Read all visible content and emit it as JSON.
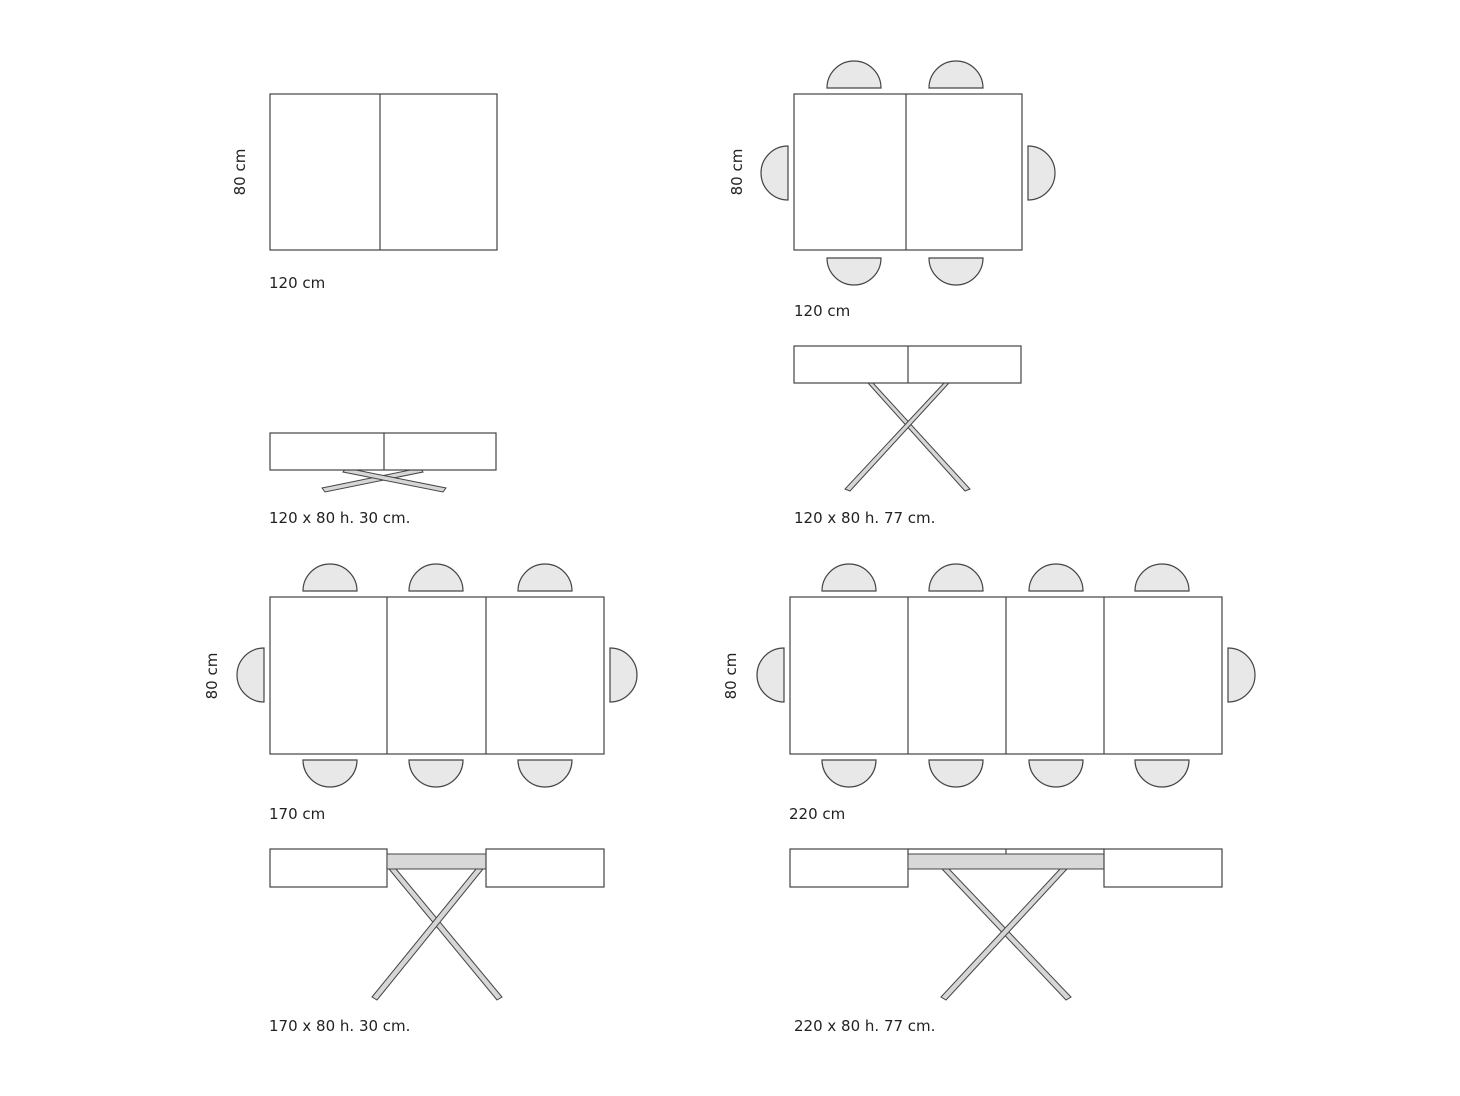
{
  "colors": {
    "line": "#444444",
    "chair_fill": "#e8e8e8",
    "leg_fill": "#d6d6d6",
    "leaf_fill": "#d8d8d8",
    "background": "#ffffff"
  },
  "labels": {
    "closed_depth": "80 cm",
    "closed_width": "120 cm",
    "closed_seat_depth": "80 cm",
    "closed_seat_width": "120 cm",
    "low_closed_caption": "120 x 80 h. 30 cm.",
    "high_closed_caption": "120 x 80 h. 77 cm.",
    "ext170_depth": "80 cm",
    "ext170_width": "170 cm",
    "ext220_depth": "80 cm",
    "ext220_width": "220 cm",
    "low_ext170_caption": "170 x 80 h. 30 cm.",
    "high_ext220_caption": "220 x 80 h. 77 cm."
  }
}
